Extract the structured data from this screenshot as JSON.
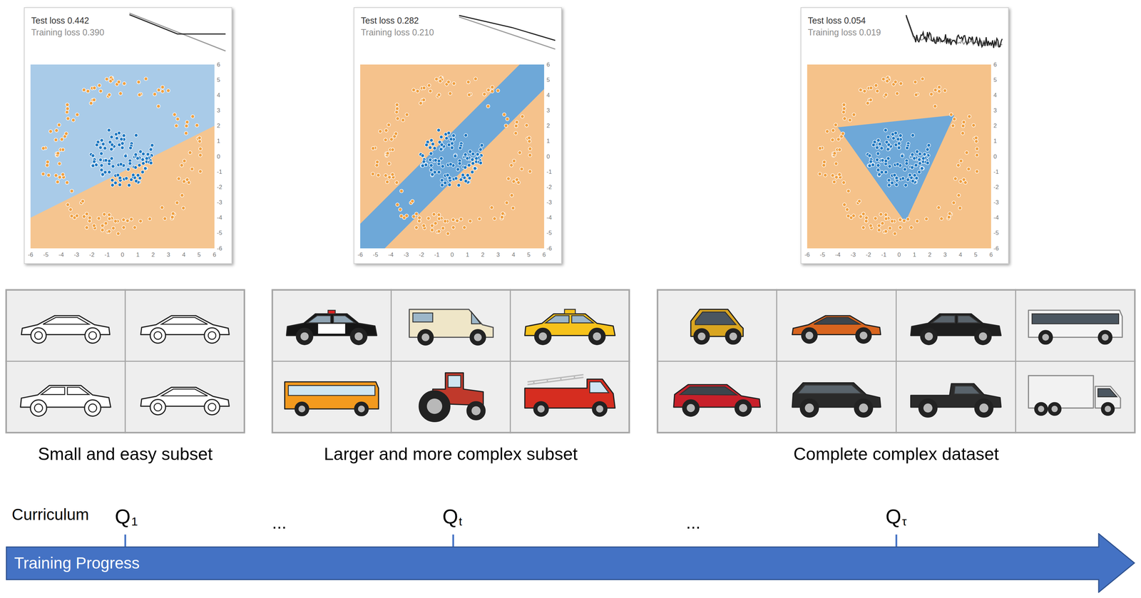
{
  "diagram": {
    "nodes": [
      {
        "text": [
          "Test loss 0.442",
          "Training loss 0.390"
        ]
      },
      {
        "text": [
          "Test loss 0.282",
          "Training loss 0.210"
        ]
      },
      {
        "text": [
          "Test loss 0.054",
          "Training loss 0.019"
        ]
      },
      {
        "text": [
          "Small and easy subset"
        ]
      },
      {
        "text": [
          "Larger and more complex subset"
        ]
      },
      {
        "text": [
          "Complete complex dataset"
        ]
      },
      {
        "text": [
          "Training Progress"
        ]
      }
    ],
    "labels": [
      "-6",
      "-5",
      "-4",
      "-3",
      "-2",
      "-1",
      "0",
      "1",
      "2",
      "3",
      "4",
      "5",
      "6",
      "6",
      "5",
      "4",
      "3",
      "2",
      "1",
      "0",
      "-1",
      "-2",
      "-3",
      "-4",
      "-5",
      "-6",
      "-6",
      "-5",
      "-4",
      "-3",
      "-2",
      "-1",
      "0",
      "1",
      "2",
      "3",
      "4",
      "5",
      "6",
      "6",
      "5",
      "4",
      "3",
      "2",
      "1",
      "0",
      "-1",
      "-2",
      "-3",
      "-4",
      "-5",
      "-6",
      "-6",
      "-5",
      "-4",
      "-3",
      "-2",
      "-1",
      "0",
      "1",
      "2",
      "3",
      "4",
      "5",
      "6",
      "6",
      "5",
      "4",
      "3",
      "2",
      "1",
      "0",
      "-1",
      "-2",
      "-3",
      "-4",
      "-5",
      "-6",
      "Curriculum",
      "Q",
      "1",
      "...",
      "Q",
      "t",
      "...",
      "Q",
      "τ"
    ]
  }
}
